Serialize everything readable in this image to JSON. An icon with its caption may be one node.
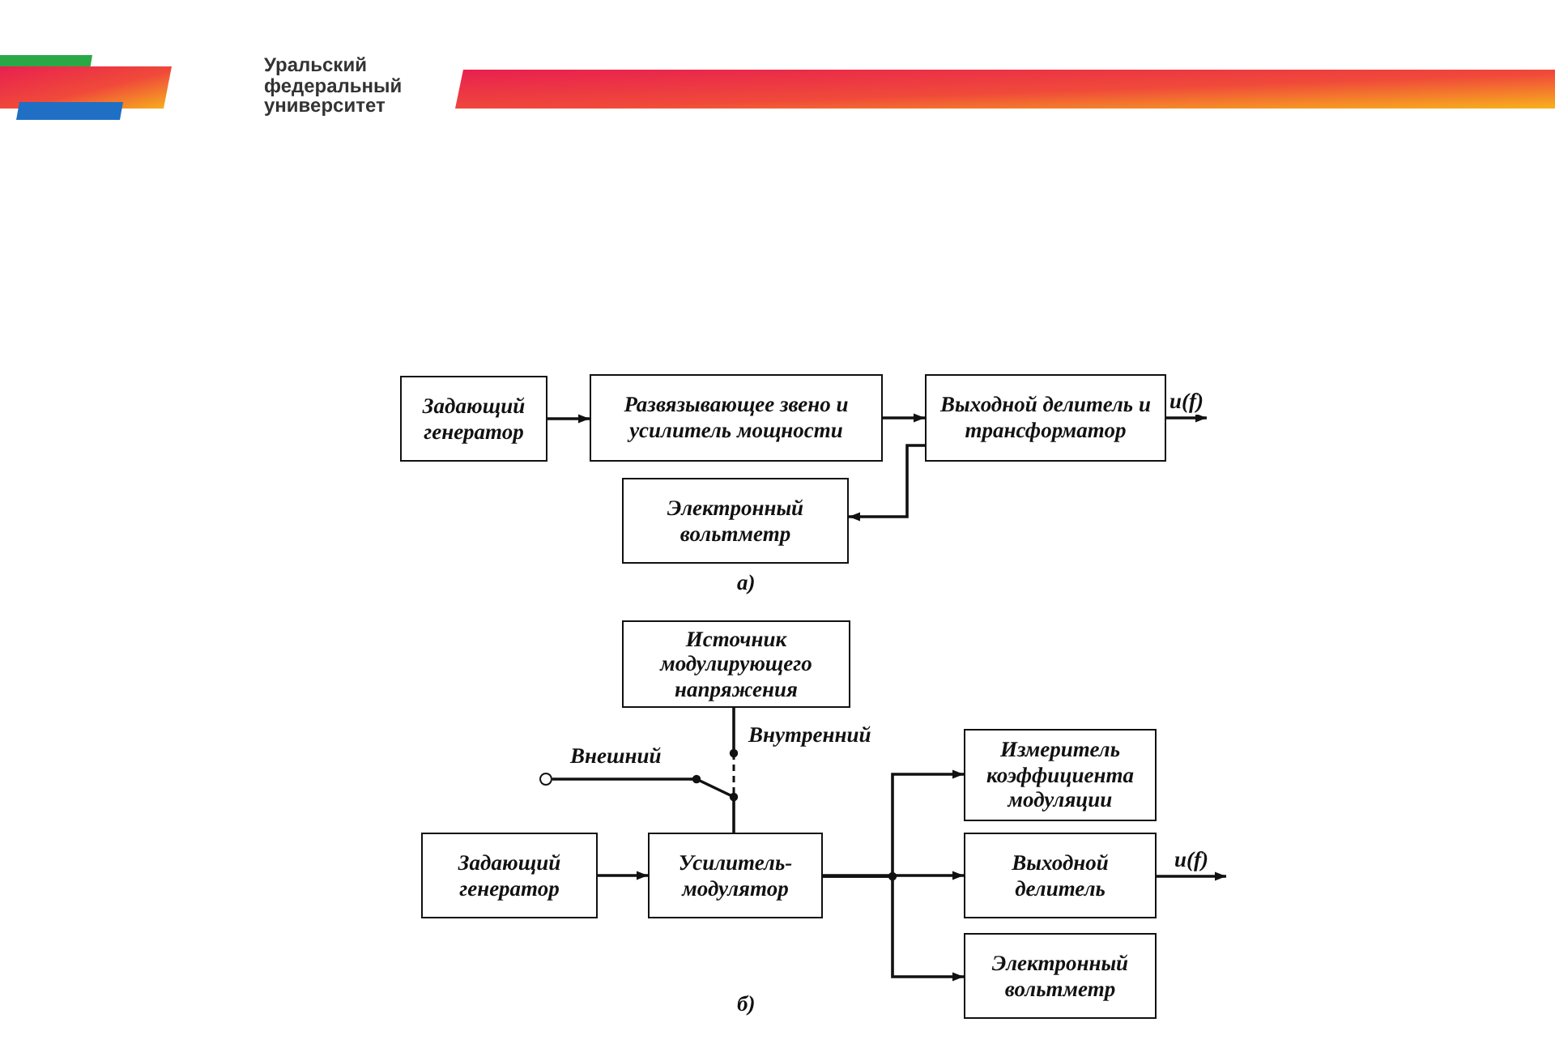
{
  "diagram": {
    "nodes": [
      {
        "text": [
          "Задающий генератор"
        ]
      },
      {
        "text": [
          "Развязывающее звено и усилитель мощности"
        ]
      },
      {
        "text": [
          "Выходной делитель и трансформатор"
        ]
      },
      {
        "text": [
          "Электронный вольтметр"
        ]
      },
      {
        "text": [
          "Источник модулирующего напряжения"
        ]
      },
      {
        "text": [
          "Задающий генератор"
        ]
      },
      {
        "text": [
          "Усилитель-модулятор"
        ]
      },
      {
        "text": [
          "Измеритель коэффициента модуляции"
        ]
      },
      {
        "text": [
          "Выходной делитель"
        ]
      },
      {
        "text": [
          "Электронный вольтметр"
        ]
      },
      {
        "text": [],
        "shape": "circle"
      },
      {
        "text": [],
        "shape": "switch"
      }
    ],
    "edges": [
      {
        "from": 0,
        "to": 1,
        "arrow": "to"
      },
      {
        "from": 1,
        "to": 2,
        "arrow": "to"
      },
      {
        "from": 2,
        "to": null,
        "arrow": "to",
        "label": "u(f)"
      },
      {
        "from": 2,
        "to": 3,
        "arrow": "to"
      },
      {
        "from": 5,
        "to": 6,
        "arrow": "to"
      },
      {
        "from": 4,
        "to": 11,
        "arrow": "none"
      },
      {
        "from": 10,
        "to": 11,
        "arrow": "none"
      },
      {
        "from": 11,
        "to": 6,
        "arrow": "none"
      },
      {
        "from": 6,
        "to": 7,
        "arrow": "to"
      },
      {
        "from": 6,
        "to": 8,
        "arrow": "to"
      },
      {
        "from": 6,
        "to": 9,
        "arrow": "to"
      },
      {
        "from": 8,
        "to": null,
        "arrow": "to",
        "label": "u(f)"
      }
    ],
    "labels": [
      "Уральский федеральный университет",
      "а)",
      "Внешний",
      "Внутренний",
      "б)"
    ]
  }
}
